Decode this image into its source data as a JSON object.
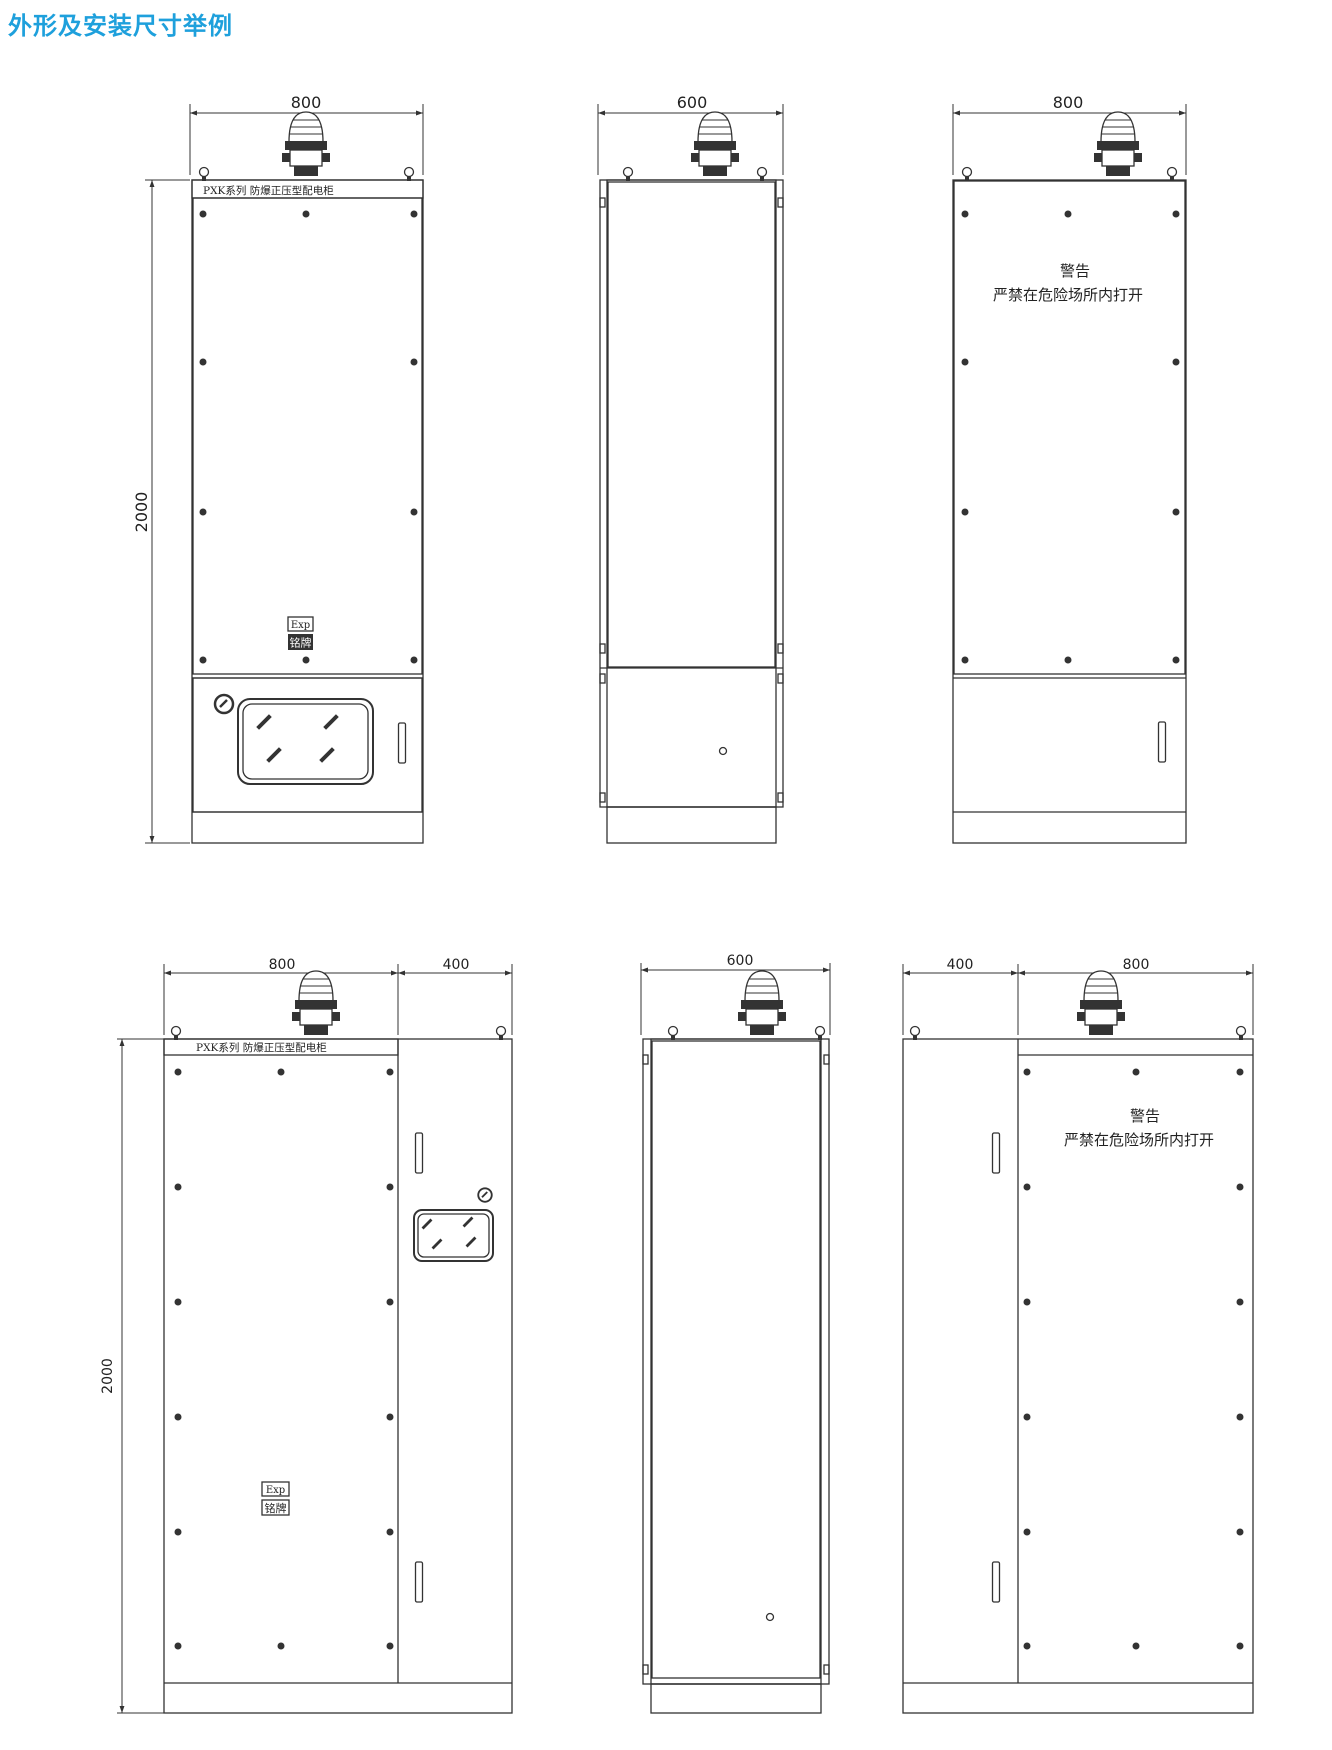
{
  "title": "外形及安装尺寸举例",
  "colors": {
    "title": "#1ea0dc",
    "line": "#333333"
  },
  "nameplate": "PXK系列   防爆正压型配电柜",
  "exp_mark": "Exp",
  "label_mark": "铭牌",
  "warning_title": "警告",
  "warning_text": "严禁在危险场所内打开",
  "views": [
    {
      "view": "single-front",
      "width": "800",
      "height": "2000"
    },
    {
      "view": "single-side",
      "depth": "600"
    },
    {
      "view": "single-back",
      "width": "800"
    },
    {
      "view": "double-front",
      "width": "800",
      "side_width": "400",
      "height": "2000"
    },
    {
      "view": "double-side",
      "depth": "600"
    },
    {
      "view": "double-back",
      "side_width": "400",
      "width": "800"
    }
  ]
}
